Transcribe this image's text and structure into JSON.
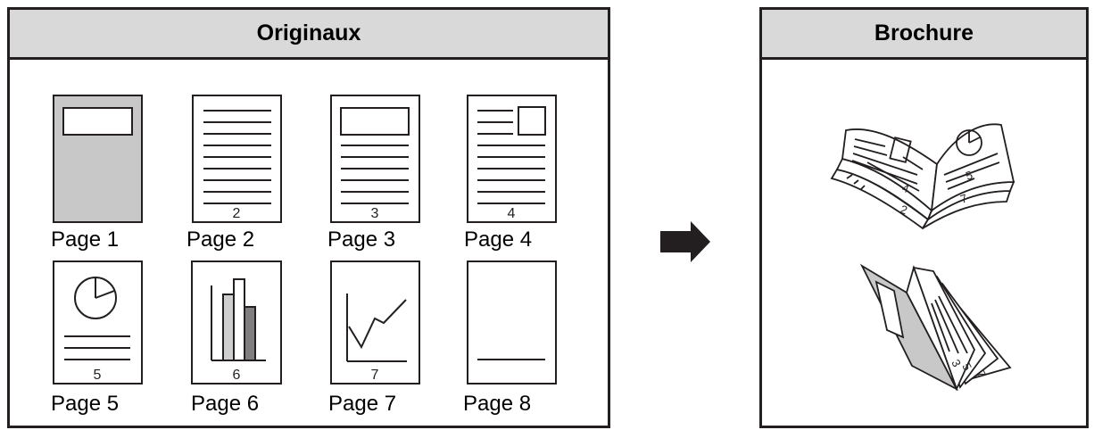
{
  "originals": {
    "title": "Originaux",
    "pages": [
      {
        "label": "Page 1",
        "number": ""
      },
      {
        "label": "Page 2",
        "number": "2"
      },
      {
        "label": "Page 3",
        "number": "3"
      },
      {
        "label": "Page 4",
        "number": "4"
      },
      {
        "label": "Page 5",
        "number": "5"
      },
      {
        "label": "Page 6",
        "number": "6"
      },
      {
        "label": "Page 7",
        "number": "7"
      },
      {
        "label": "Page 8",
        "number": ""
      }
    ]
  },
  "result": {
    "title": "Brochure",
    "open_book_numbers": [
      "4",
      "5",
      "2",
      "7"
    ],
    "folded_numbers": [
      "3",
      "5",
      "7"
    ]
  },
  "arrow": {
    "icon": "right-arrow-icon"
  },
  "colors": {
    "line": "#231f20",
    "header_fill": "#d9d9d9",
    "cover_fill": "#c8c8c8",
    "bar_dark": "#7f7f7f",
    "bar_light": "#cfcfcf"
  }
}
